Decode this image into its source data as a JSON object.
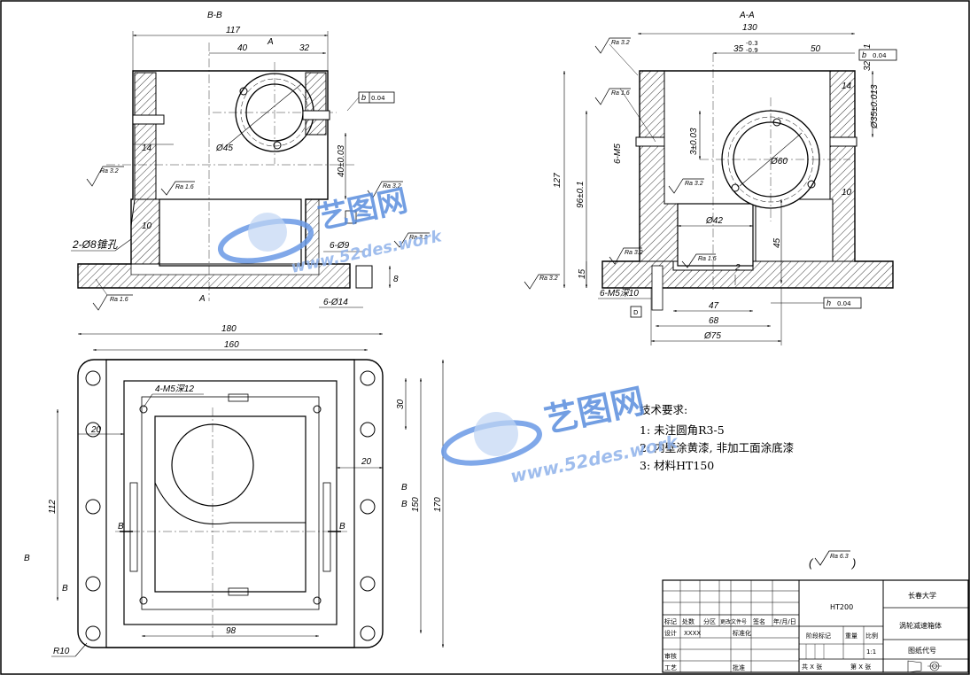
{
  "views": {
    "section_bb": {
      "title": "B-B"
    },
    "section_aa": {
      "title": "A-A"
    }
  },
  "section_markers": {
    "a": "A",
    "b": "B"
  },
  "dimensions": {
    "bb": {
      "width_117": "117",
      "d40": "40",
      "d32": "32",
      "d14": "14",
      "phi45": "Ø45",
      "d10": "10",
      "bore_tol": "40±0.03",
      "holes_2phi8": "2-Ø8锥孔",
      "holes_6phi9": "6-Ø9",
      "holes_6phi14": "6-Ø14",
      "d8": "8",
      "flat_b": "b",
      "flat_tol": "0.04"
    },
    "aa": {
      "width_130": "130",
      "d35": "35",
      "d35_upper": "-0.3",
      "d35_lower": "-0.9",
      "d50": "50",
      "d14": "14",
      "h32": "32±0.1",
      "phi35": "Ø35±0.013",
      "phi60": "Ø60",
      "d127": "127",
      "d96": "96±0.1",
      "d3": "3±0.03",
      "m5_6": "6-M5",
      "d10": "10",
      "phi42": "Ø42",
      "d45": "45",
      "d15": "15",
      "d2": "2",
      "m5_depth": "6-M5深10",
      "d47": "47",
      "d68": "68",
      "phi75": "Ø75",
      "tol_b": "b",
      "tol_h": "h",
      "tol_val": "0.04",
      "box_d": "D"
    },
    "plan": {
      "w180": "180",
      "w160": "160",
      "m5_4": "4-M5深12",
      "d20a": "20",
      "d20b": "20",
      "d30": "30",
      "h112": "112",
      "h150": "150",
      "h170": "170",
      "w98": "98",
      "r10": "R10"
    },
    "sections_extra": {
      "b_left": "B"
    }
  },
  "roughness": {
    "ra32": "Ra 3.2",
    "ra16": "Ra 1.6",
    "ra63": "Ra 6.3"
  },
  "tech_requirements": {
    "title": "技术要求:",
    "items": [
      "1: 未注圆角R3-5",
      "2: 内壁涂黄漆, 非加工面涂底漆",
      "3: 材料HT150"
    ]
  },
  "title_block": {
    "material": "HT200",
    "school": "长春大学",
    "part_name": "涡轮减速箱体",
    "drawing_code": "图纸代号",
    "scale": "1:1",
    "scale_label": "比例",
    "stage_label": "阶段标记",
    "weight_label": "重量",
    "sheets_total": "共 X 张",
    "sheet_no": "第 X 张",
    "row_mark": "标记",
    "row_count": "处数",
    "row_zone": "分区",
    "row_doc": "更改文件号",
    "row_sign": "签名",
    "row_date": "年/月/日",
    "design": "设计",
    "design_val": "XXXX",
    "standard": "标准化",
    "review": "审核",
    "process": "工艺",
    "approve": "批准"
  },
  "watermark": {
    "logo": "艺图网",
    "url": "www.52des.work"
  }
}
